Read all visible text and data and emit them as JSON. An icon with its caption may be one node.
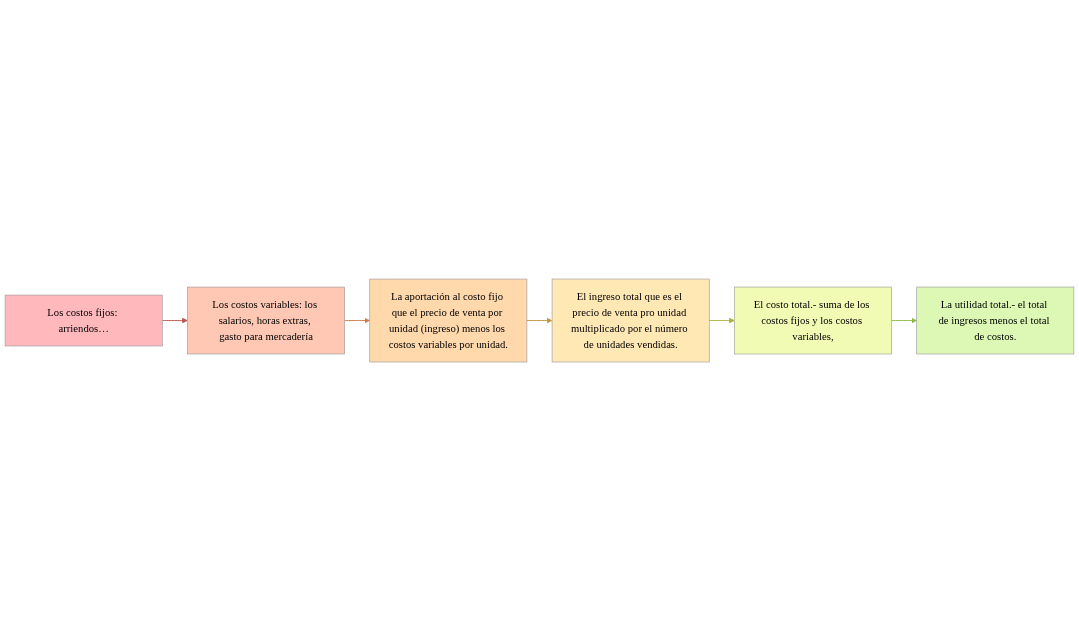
{
  "diagram": {
    "nodes": [
      {
        "text": [
          "Los costos fijos: arriendos…"
        ]
      },
      {
        "text": [
          "Los costos variables: los salarios, horas extras, gasto para mercadería"
        ]
      },
      {
        "text": [
          "La aportación al costo fijo que el precio de venta por unidad (ingreso) menos los costos variables por unidad."
        ]
      },
      {
        "text": [
          "El ingreso total que es el precio de venta pro unidad multiplicado por el número de unidades vendidas."
        ]
      },
      {
        "text": [
          "El costo total.- suma de los costos fijos y los costos variables,"
        ]
      },
      {
        "text": [
          "La utilidad total.- el total de ingresos menos el total de costos."
        ]
      }
    ],
    "edges": [
      {
        "from": 0,
        "to": 1,
        "arrow": "to",
        "color": "#c0504d"
      },
      {
        "from": 1,
        "to": 2,
        "arrow": "to",
        "color": "#d27a4a"
      },
      {
        "from": 2,
        "to": 3,
        "arrow": "to",
        "color": "#c0963c"
      },
      {
        "from": 3,
        "to": 4,
        "arrow": "to",
        "color": "#a8b03c"
      },
      {
        "from": 4,
        "to": 5,
        "arrow": "to",
        "color": "#8fb84a"
      }
    ]
  }
}
